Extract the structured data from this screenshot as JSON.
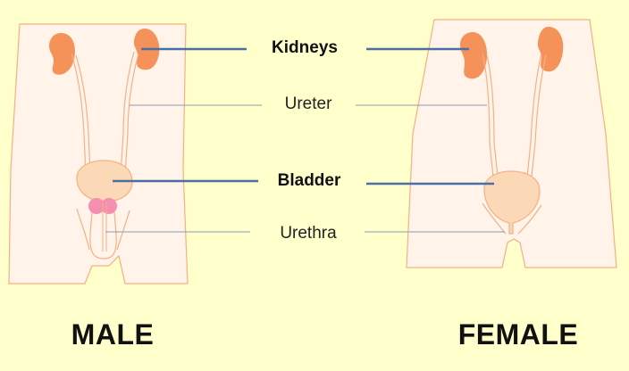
{
  "labels": {
    "kidneys": "Kidneys",
    "ureter": "Ureter",
    "bladder": "Bladder",
    "urethra": "Urethra"
  },
  "captions": {
    "male": "MALE",
    "female": "FEMALE"
  },
  "colors": {
    "background": "#ffffcc",
    "body_fill": "#fff3ea",
    "body_outline": "#f4b183",
    "kidney": "#f4925a",
    "bladder": "#fcd9b6",
    "prostate": "#f48fb1",
    "bold_pointer": "#4a6fa5",
    "thin_pointer": "#8a9bb5"
  }
}
